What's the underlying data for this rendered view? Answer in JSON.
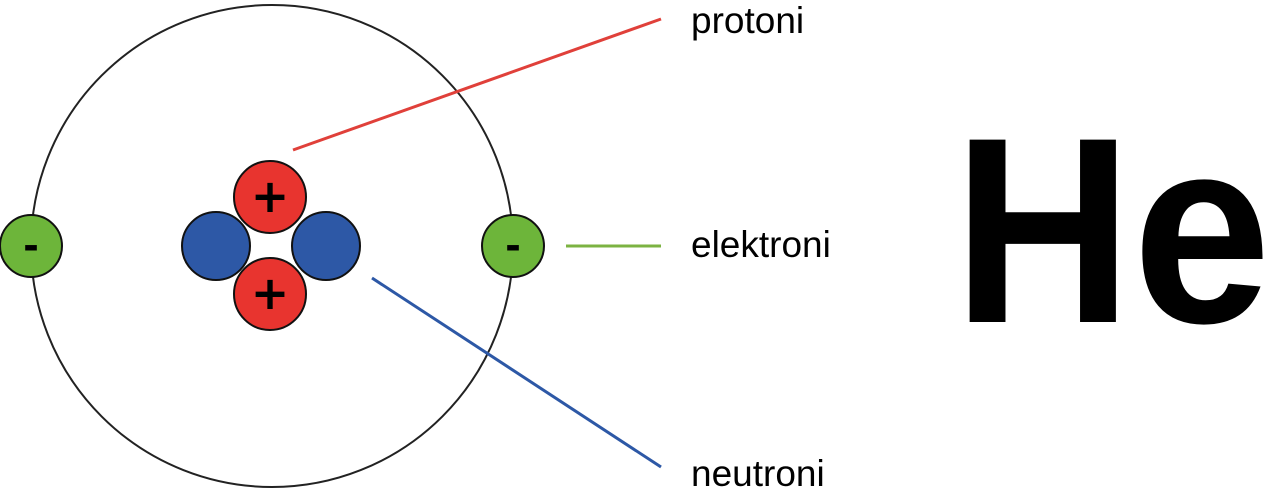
{
  "diagram": {
    "labels": {
      "protons": "protoni",
      "electrons": "elektroni",
      "neutrons": "neutroni"
    },
    "element_symbol": "He",
    "proton_sign": "+",
    "electron_sign": "-",
    "colors": {
      "proton": "#e8342f",
      "neutron": "#2d58a6",
      "electron": "#6db53a",
      "proton_line": "#e0403a",
      "neutron_line": "#2d58a6",
      "electron_line": "#7cb342",
      "orbit": "#222222"
    }
  }
}
